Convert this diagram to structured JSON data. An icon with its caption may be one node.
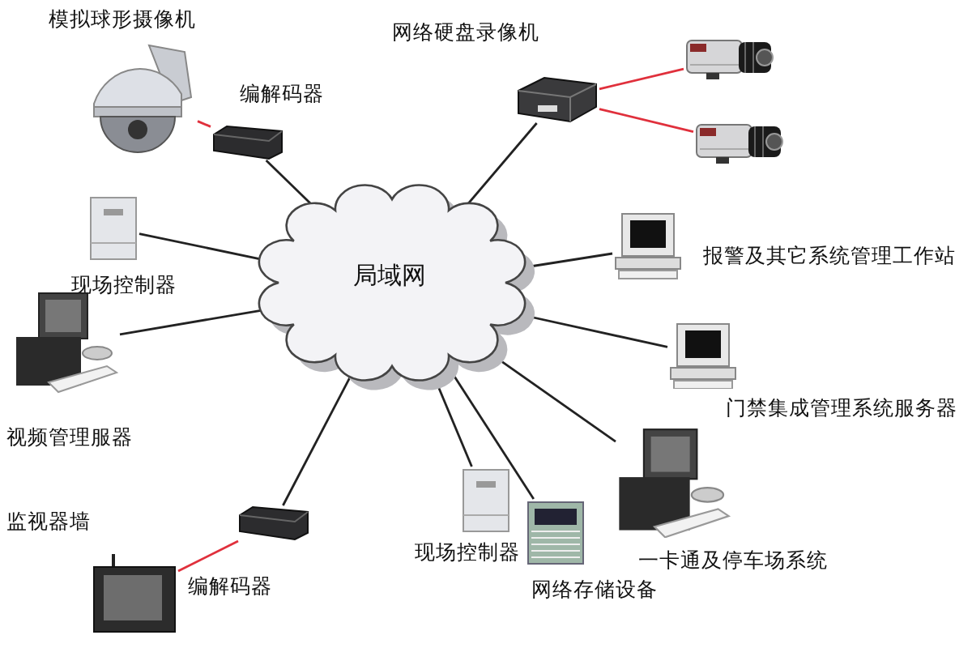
{
  "diagram": {
    "nodes": [
      {
        "text": [
          "局域网"
        ]
      },
      {
        "text": [
          "模拟球形摄像机"
        ]
      },
      {
        "text": [
          "编解码器"
        ]
      },
      {
        "text": [
          "网络硬盘录像机"
        ]
      },
      {
        "text": [],
        "shape": "picture"
      },
      {
        "text": [],
        "shape": "picture"
      },
      {
        "text": [
          "现场控制器"
        ]
      },
      {
        "text": [
          "视频管理服器"
        ]
      },
      {
        "text": [
          "监视器墙"
        ]
      },
      {
        "text": [
          "编解码器"
        ]
      },
      {
        "text": [
          "现场控制器"
        ]
      },
      {
        "text": [
          "网络存储设备"
        ]
      },
      {
        "text": [
          "一卡通及停车场系统"
        ]
      },
      {
        "text": [
          "门禁集成管理系统服务器"
        ]
      },
      {
        "text": [
          "报警及其它系统管理工作站"
        ]
      }
    ],
    "edges": [
      {
        "from": 1,
        "to": 2,
        "arrow": "none",
        "color": "#e0303c"
      },
      {
        "from": 2,
        "to": 0,
        "arrow": "none"
      },
      {
        "from": 3,
        "to": 0,
        "arrow": "none"
      },
      {
        "from": 3,
        "to": 4,
        "arrow": "none",
        "color": "#e0303c"
      },
      {
        "from": 3,
        "to": 5,
        "arrow": "none",
        "color": "#e0303c"
      },
      {
        "from": 6,
        "to": 0,
        "arrow": "none"
      },
      {
        "from": 7,
        "to": 0,
        "arrow": "none"
      },
      {
        "from": 8,
        "to": 9,
        "arrow": "none",
        "color": "#e0303c"
      },
      {
        "from": 9,
        "to": 0,
        "arrow": "none"
      },
      {
        "from": 10,
        "to": 0,
        "arrow": "none"
      },
      {
        "from": 11,
        "to": 0,
        "arrow": "none"
      },
      {
        "from": 12,
        "to": 0,
        "arrow": "none"
      },
      {
        "from": 13,
        "to": 0,
        "arrow": "none"
      },
      {
        "from": 14,
        "to": 0,
        "arrow": "none"
      }
    ]
  }
}
